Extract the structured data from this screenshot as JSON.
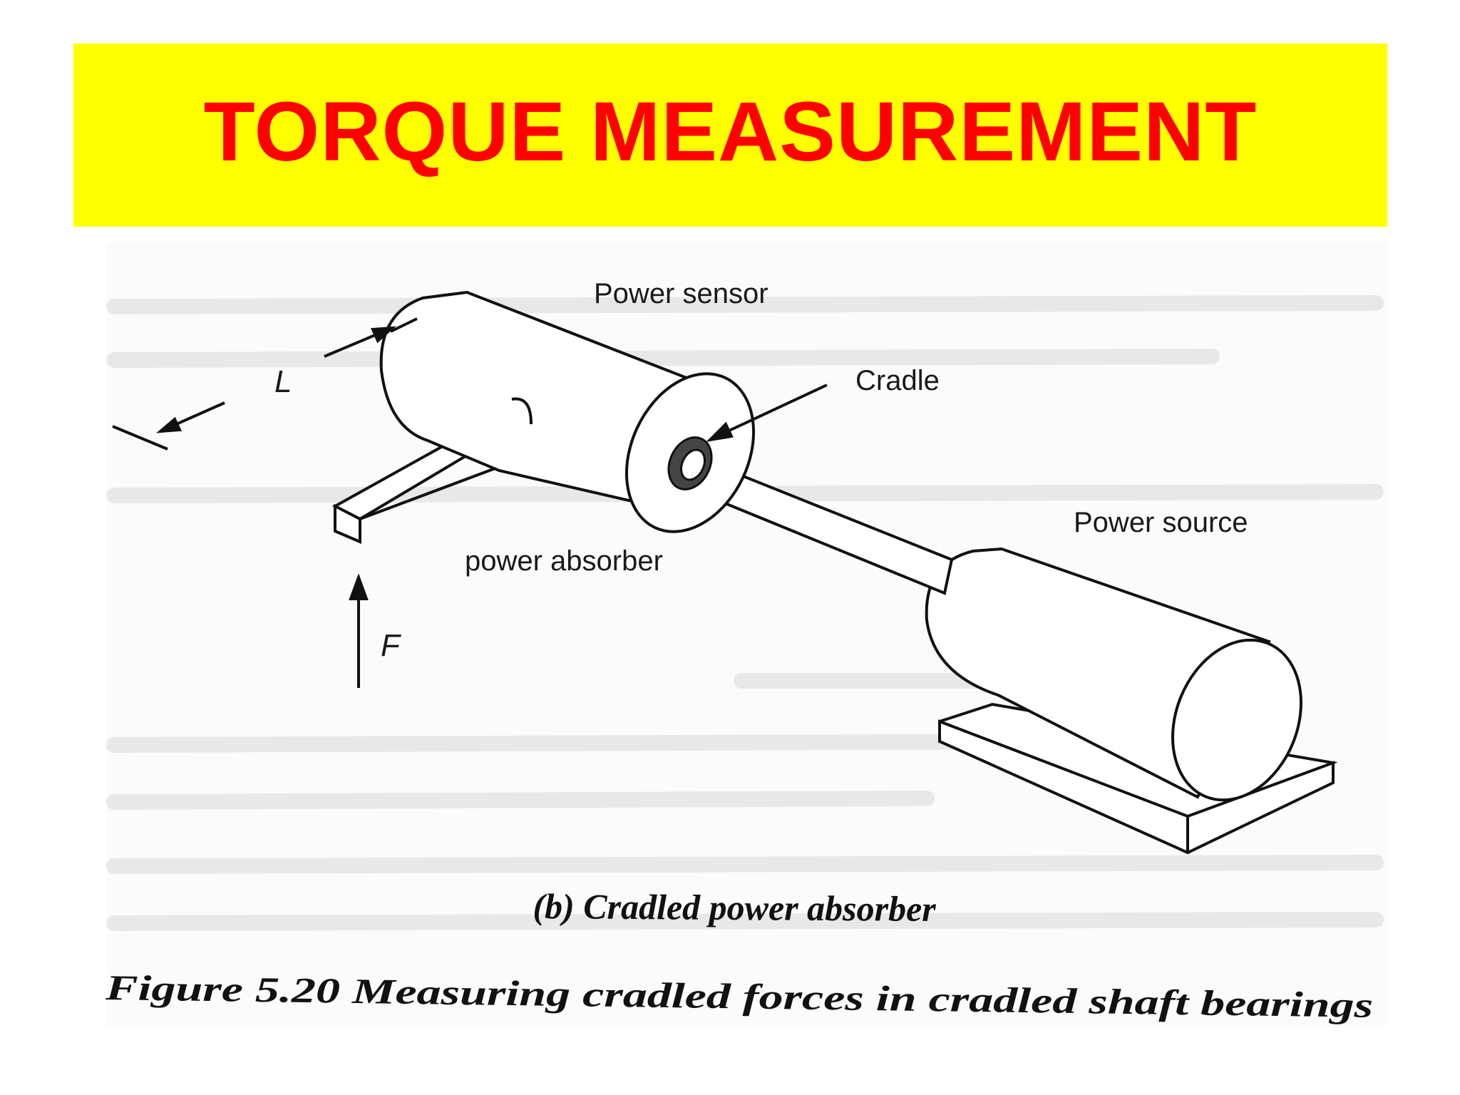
{
  "title": "TORQUE MEASUREMENT",
  "labels": {
    "power_sensor": "Power sensor",
    "cradle": "Cradle",
    "power_source": "Power source",
    "power_absorber": "power absorber",
    "length": "L",
    "force": "F"
  },
  "subcaption": "(b) Cradled power absorber",
  "caption": "Figure 5.20 Measuring cradled forces in cradled shaft bearings",
  "colors": {
    "banner": "#ffff00",
    "title": "#ff0000"
  }
}
